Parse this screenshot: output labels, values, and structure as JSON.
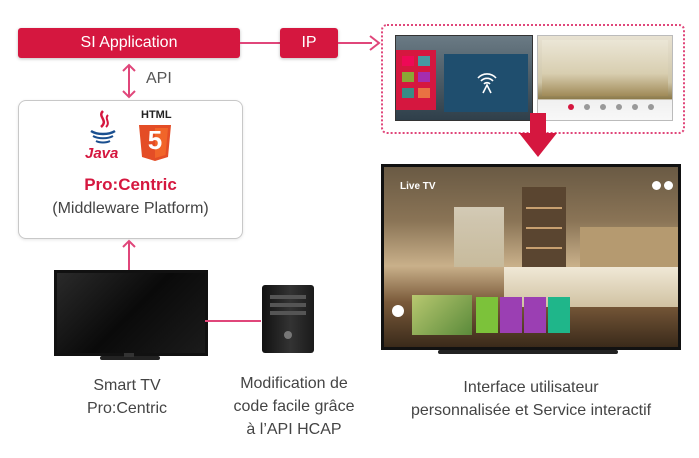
{
  "si_application": "SI Application",
  "ip_label": "IP",
  "api_label": "API",
  "middleware": {
    "java_label": "Java",
    "html_label": "HTML",
    "html_number": "5",
    "title": "Pro:Centric",
    "subtitle": "(Middleware Platform)"
  },
  "smart_tv_caption": [
    "Smart TV",
    "Pro:Centric"
  ],
  "server_caption": [
    "Modification de",
    "code facile grâce",
    "à l’API HCAP"
  ],
  "interface_caption": [
    "Interface utilisateur",
    "personnalisée et Service interactif"
  ],
  "hotel_tv": {
    "overlay_title": "Live TV"
  },
  "colors": {
    "accent": "#d5173f",
    "connector": "#e0467a",
    "caption": "#444444"
  }
}
